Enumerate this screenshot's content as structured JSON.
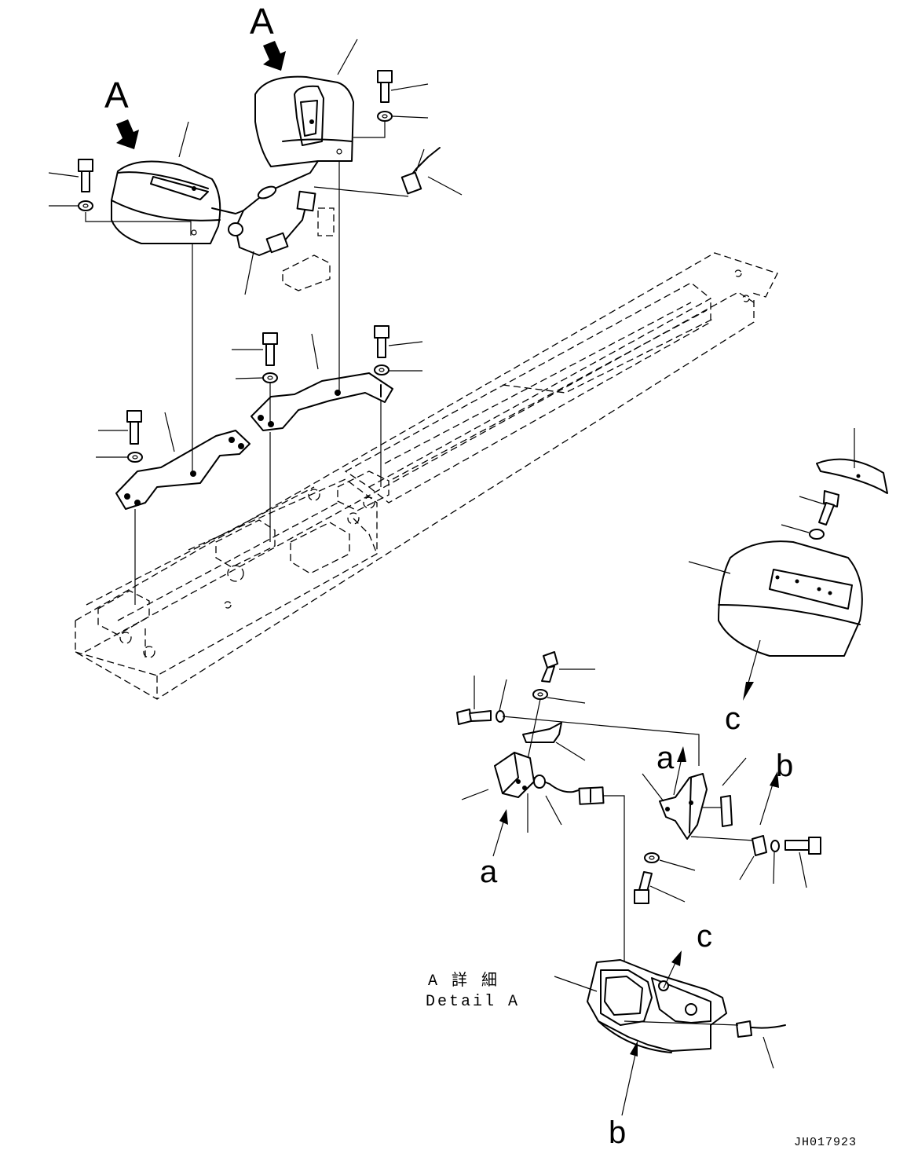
{
  "view_labels": {
    "view_a_1": "A",
    "view_a_2": "A"
  },
  "reference_letters": {
    "a_top": "a",
    "a_bottom": "a",
    "b_top": "b",
    "b_bottom": "b",
    "c_top": "c",
    "c_bottom": "c"
  },
  "detail": {
    "title_jp": "A 詳 細",
    "title_en": "Detail A"
  },
  "drawing_code": "JH017923"
}
